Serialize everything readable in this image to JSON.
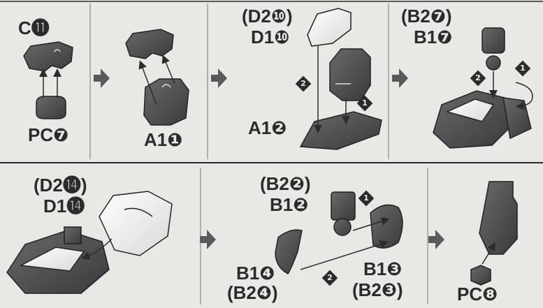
{
  "row1": {
    "step1": {
      "top_label": "C⓫",
      "bottom_label": "PC❼"
    },
    "step2": {
      "bottom_label": "A1❶"
    },
    "step3": {
      "alt_label": "(D2❿)",
      "part_label": "D1❿",
      "bottom_label": "A1❷",
      "order_1": "1",
      "order_2": "2"
    },
    "step4": {
      "alt_label": "(B2❼)",
      "part_label": "B1❼",
      "order_1": "1",
      "order_2": "2"
    }
  },
  "row2": {
    "step1": {
      "alt_label": "(D2⓮)",
      "part_label": "D1⓮"
    },
    "step2": {
      "alt_label": "(B2❷)",
      "part_label": "B1❷",
      "left_part": "B1❹",
      "left_alt": "(B2❹)",
      "right_part": "B1❸",
      "right_alt": "(B2❸)",
      "order_1": "1",
      "order_2": "2"
    },
    "step3": {
      "bottom_label": "PC❽"
    }
  },
  "colors": {
    "ink": "#2b2b2b",
    "part_dark": "#4a4a4c",
    "part_light": "#f4f4f2",
    "paper": "#e9e8e5"
  }
}
